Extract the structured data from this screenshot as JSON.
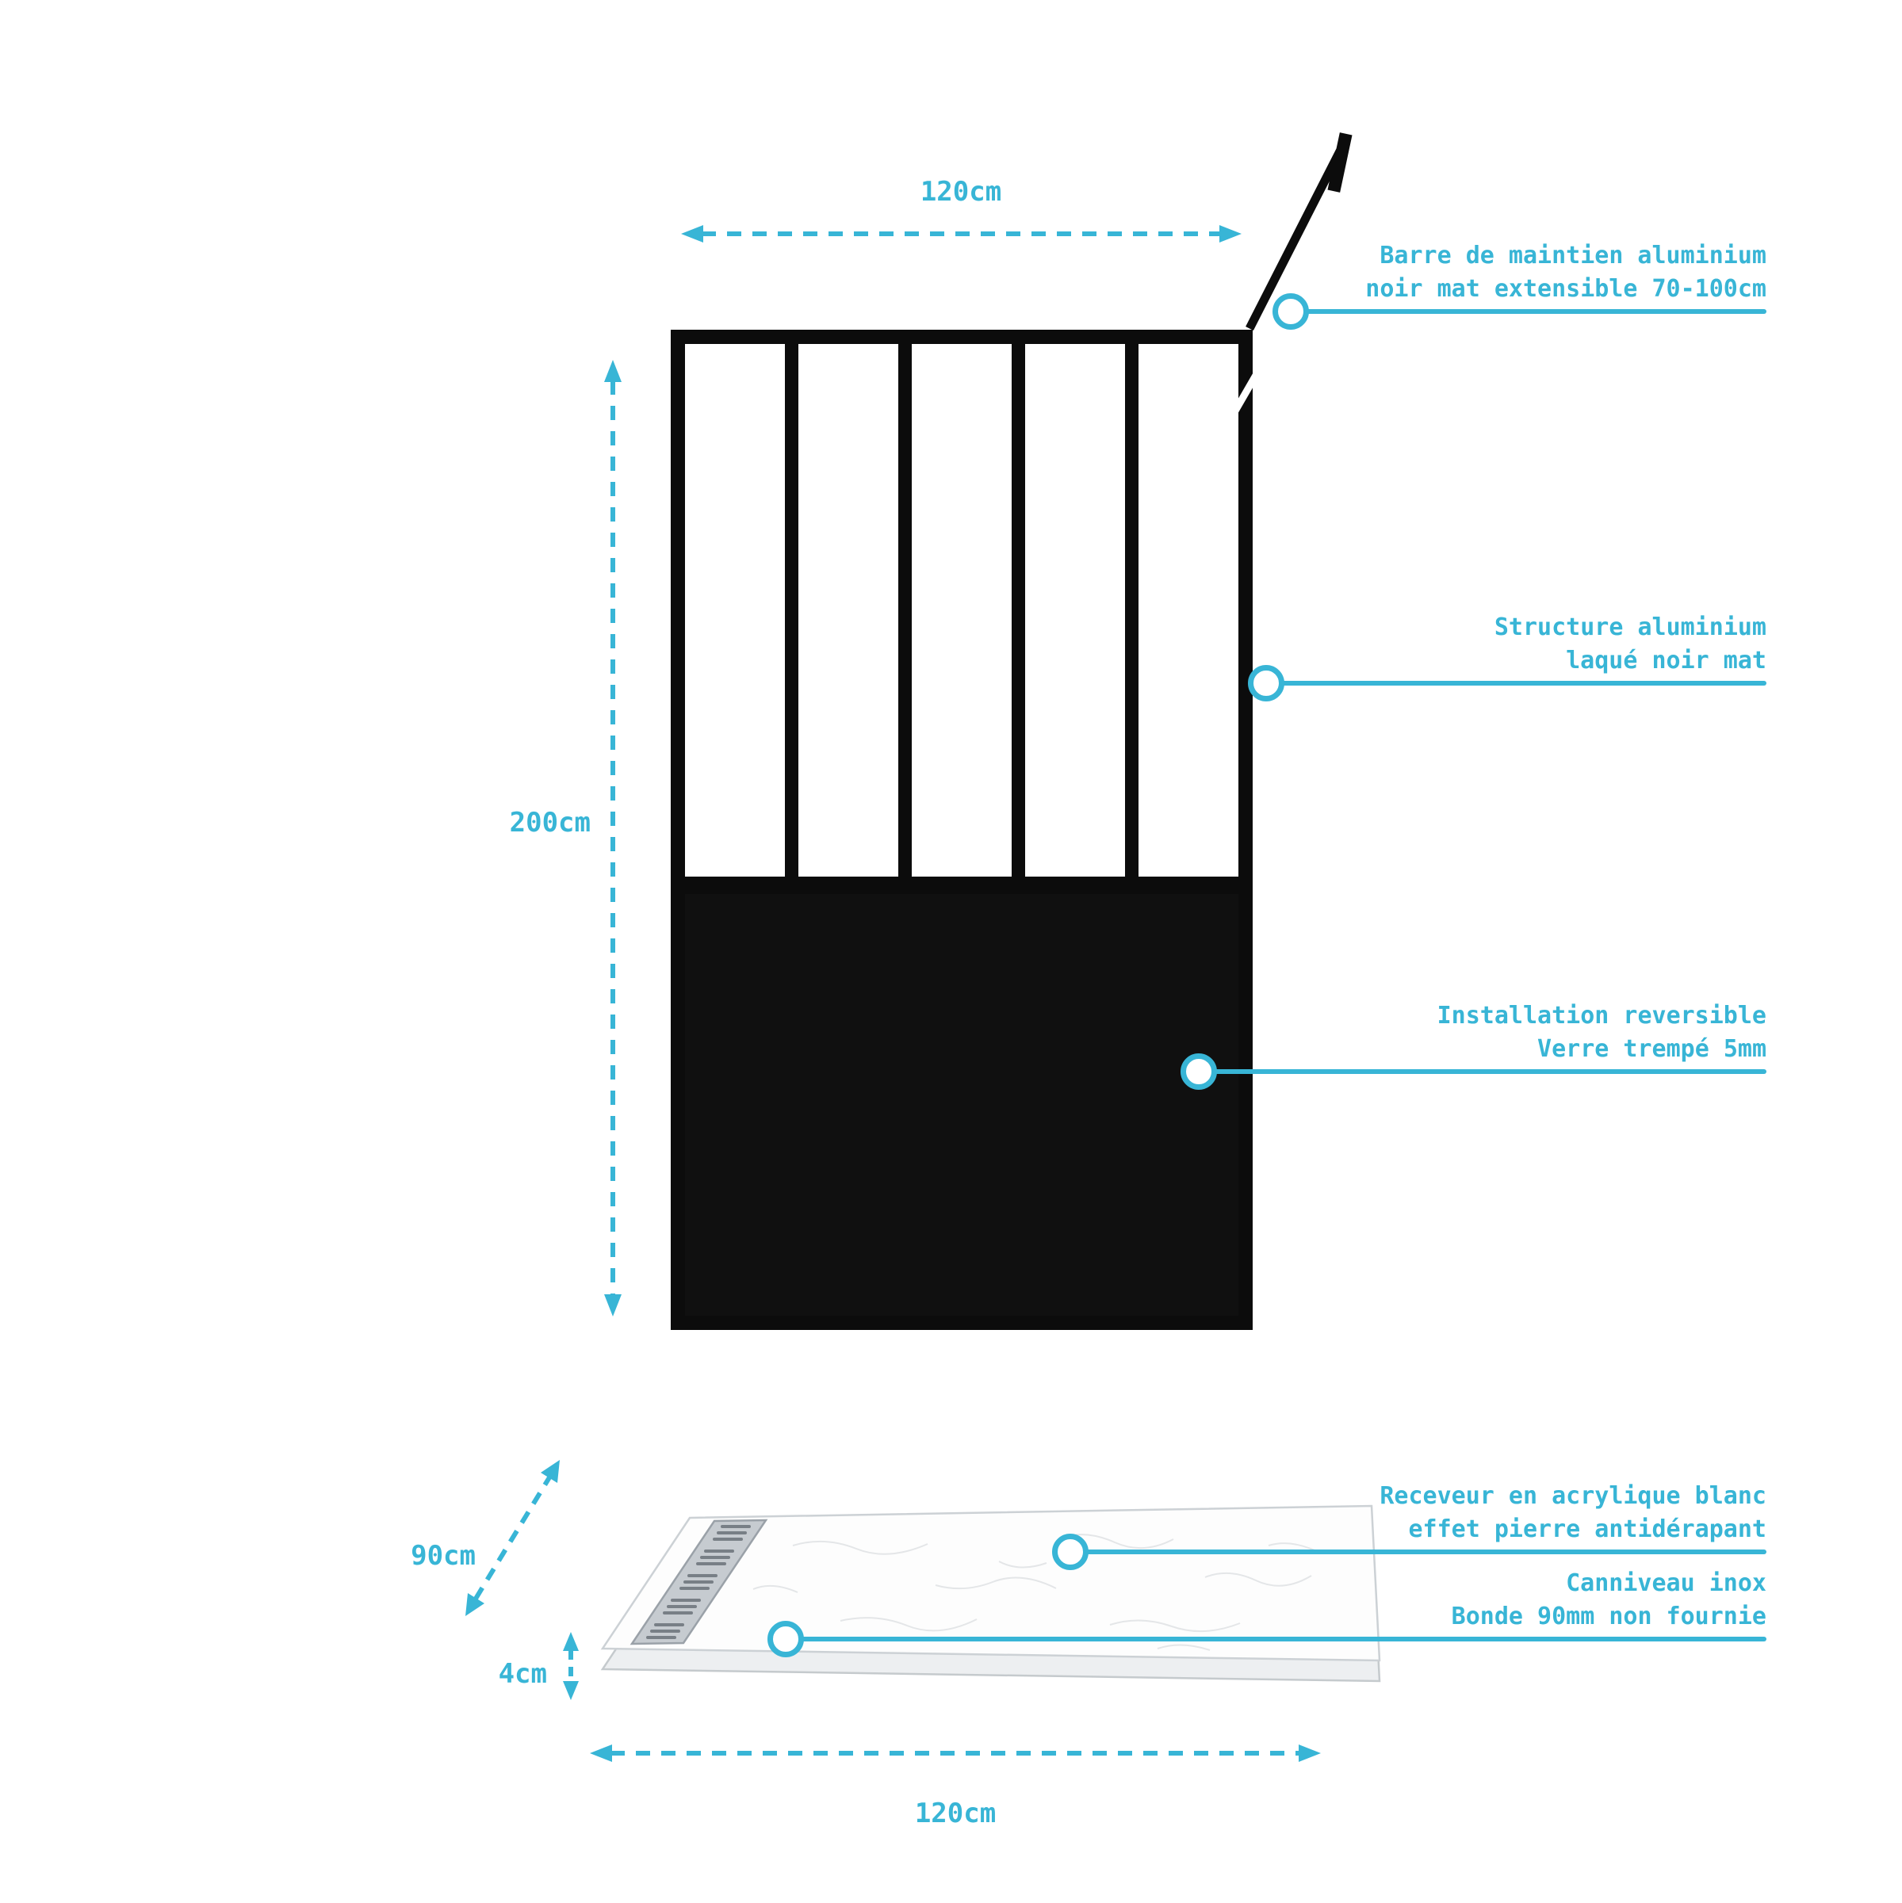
{
  "accent": "#38b5d6",
  "dimensions": {
    "screen_width": "120cm",
    "screen_height": "200cm",
    "tray_depth": "90cm",
    "tray_thickness": "4cm",
    "tray_width": "120cm"
  },
  "callouts": {
    "support_bar": {
      "line1": "Barre de maintien aluminium",
      "line2": "noir mat extensible 70-100cm"
    },
    "structure": {
      "line1": "Structure aluminium",
      "line2": "laqué noir mat"
    },
    "installation": {
      "line1": "Installation reversible",
      "line2": "Verre trempé 5mm"
    },
    "tray": {
      "line1": "Receveur en acrylique blanc",
      "line2": "effet pierre antidérapant"
    },
    "drain": {
      "line1": "Canniveau inox",
      "line2": "Bonde 90mm non fournie"
    }
  }
}
